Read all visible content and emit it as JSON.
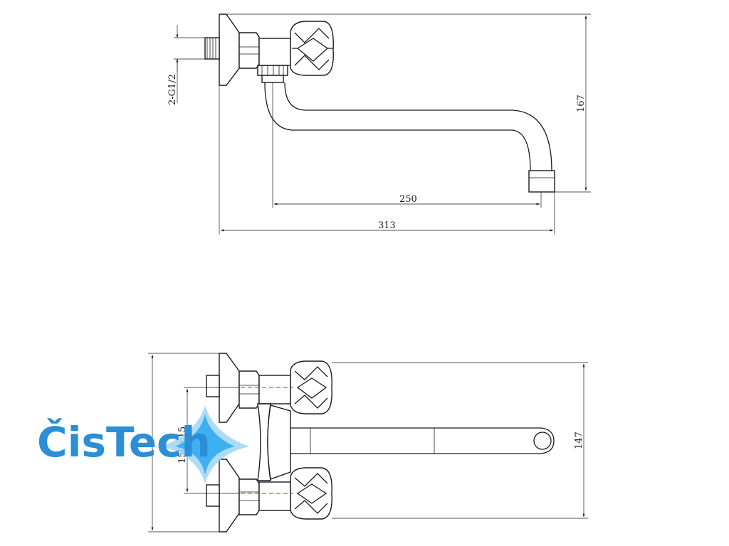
{
  "dimensions": {
    "thread": "2-G1/2",
    "height_side": "167",
    "spout_reach": "250",
    "total_length": "313",
    "spacing": "150±15",
    "height_front": "147"
  },
  "logo": {
    "text": "ČisTech",
    "color": "#2a8fd6",
    "accent_color": "#3fb0ef"
  },
  "colors": {
    "line": "#1a1a1a",
    "centerline": "#d42020"
  }
}
